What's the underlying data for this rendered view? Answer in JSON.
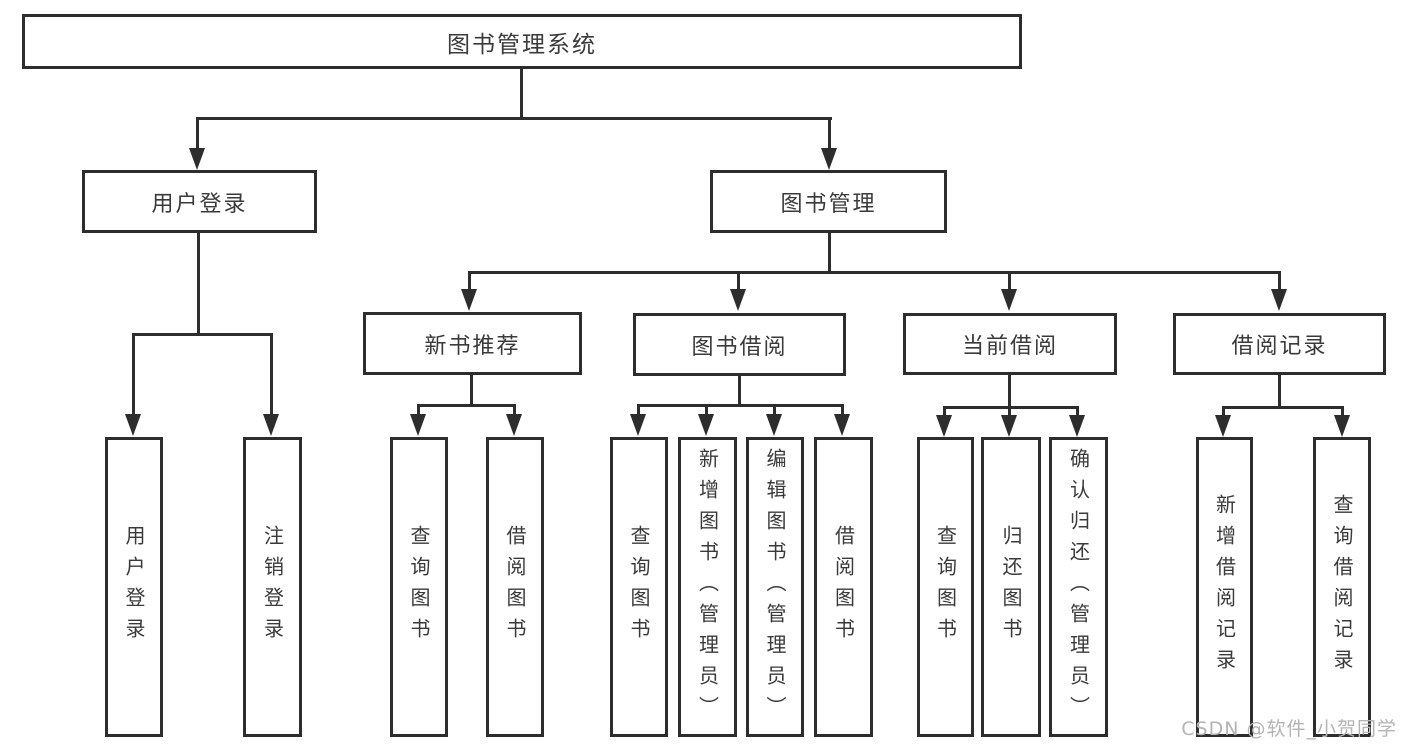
{
  "diagram_title": "图书管理系统",
  "colors": {
    "line": "#2d2d2d",
    "text": "#3a3a3a",
    "background": "#ffffff",
    "watermark": "#b4b4b4"
  },
  "watermark": {
    "text": "CSDN @软件_小贺同学"
  },
  "nodes": {
    "root": {
      "label": "图书管理系统"
    },
    "user_login": {
      "label": "用户登录"
    },
    "book_mgmt": {
      "label": "图书管理"
    },
    "new_book_rec": {
      "label": "新书推荐"
    },
    "book_borrow": {
      "label": "图书借阅"
    },
    "current_borrow": {
      "label": "当前借阅"
    },
    "borrow_record": {
      "label": "借阅记录"
    },
    "leaf_user_login": {
      "label": "用户登录"
    },
    "leaf_logout": {
      "label": "注销登录"
    },
    "leaf_query_book_1": {
      "label": "查询图书"
    },
    "leaf_borrow_book_1": {
      "label": "借阅图书"
    },
    "leaf_query_book_2": {
      "label": "查询图书"
    },
    "leaf_add_book": {
      "label": "新增图书（管理员）"
    },
    "leaf_edit_book": {
      "label": "编辑图书（管理员）"
    },
    "leaf_borrow_book_2": {
      "label": "借阅图书"
    },
    "leaf_query_book_3": {
      "label": "查询图书"
    },
    "leaf_return_book": {
      "label": "归还图书"
    },
    "leaf_confirm_return": {
      "label": "确认归还（管理员）"
    },
    "leaf_add_record": {
      "label": "新增借阅记录"
    },
    "leaf_query_record": {
      "label": "查询借阅记录"
    }
  },
  "tree": {
    "root": "图书管理系统",
    "children": [
      {
        "label": "用户登录",
        "children": [
          "用户登录",
          "注销登录"
        ]
      },
      {
        "label": "图书管理",
        "children": [
          {
            "label": "新书推荐",
            "children": [
              "查询图书",
              "借阅图书"
            ]
          },
          {
            "label": "图书借阅",
            "children": [
              "查询图书",
              "新增图书（管理员）",
              "编辑图书（管理员）",
              "借阅图书"
            ]
          },
          {
            "label": "当前借阅",
            "children": [
              "查询图书",
              "归还图书",
              "确认归还（管理员）"
            ]
          },
          {
            "label": "借阅记录",
            "children": [
              "新增借阅记录",
              "查询借阅记录"
            ]
          }
        ]
      }
    ]
  }
}
